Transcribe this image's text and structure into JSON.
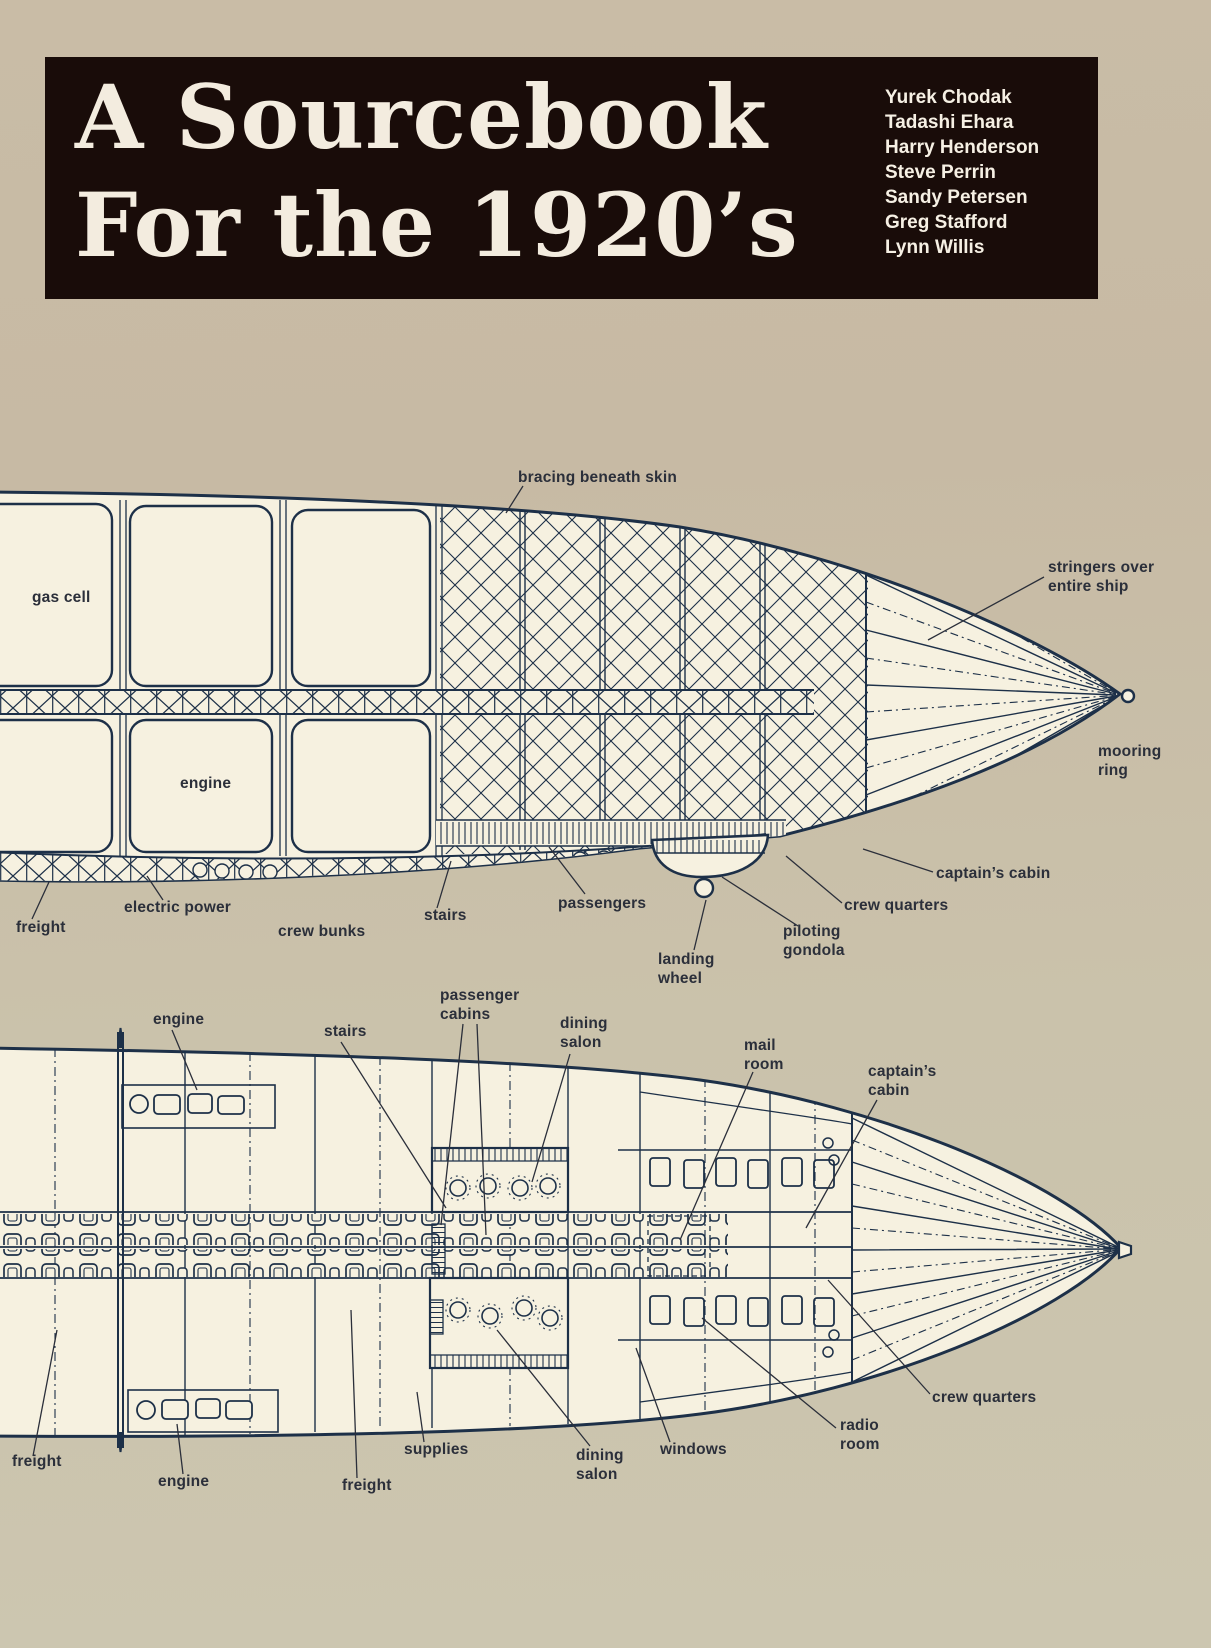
{
  "header": {
    "title_line1": "A Sourcebook",
    "title_line2": "For the 1920’s",
    "authors": [
      "Yurek Chodak",
      "Tadashi Ehara",
      "Harry Henderson",
      "Steve Perrin",
      "Sandy Petersen",
      "Greg Stafford",
      "Lynn Willis"
    ]
  },
  "diagram_side_view": {
    "description": "airship side cutaway",
    "labels": {
      "bracing": "bracing beneath skin",
      "gas_cell": "gas cell",
      "stringers": "stringers over\nentire ship",
      "engine": "engine",
      "mooring_ring": "mooring\nring",
      "captains_cabin": "captain’s cabin",
      "crew_quarters": "crew quarters",
      "passengers": "passengers",
      "stairs": "stairs",
      "electric_power": "electric power",
      "freight": "freight",
      "crew_bunks": "crew bunks",
      "piloting_gondola": "piloting\ngondola",
      "landing_wheel": "landing\nwheel"
    }
  },
  "diagram_plan_view": {
    "description": "airship deck plan",
    "labels": {
      "engine_top": "engine",
      "stairs": "stairs",
      "passenger_cabins": "passenger\ncabins",
      "dining_salon_top": "dining\nsalon",
      "mail_room": "mail\nroom",
      "captains_cabin": "captain’s\ncabin",
      "crew_quarters": "crew quarters",
      "radio_room": "radio\nroom",
      "windows": "windows",
      "dining_salon_bottom": "dining\nsalon",
      "supplies": "supplies",
      "freight_left": "freight",
      "engine_bottom": "engine",
      "freight_mid": "freight"
    }
  },
  "colors": {
    "paper": "#c8bba5",
    "cream": "#f6f1e0",
    "ink": "#1d3048",
    "label_ink": "#2b2f3a",
    "title_bg": "#190c09",
    "title_fg": "#f3ecdf"
  }
}
